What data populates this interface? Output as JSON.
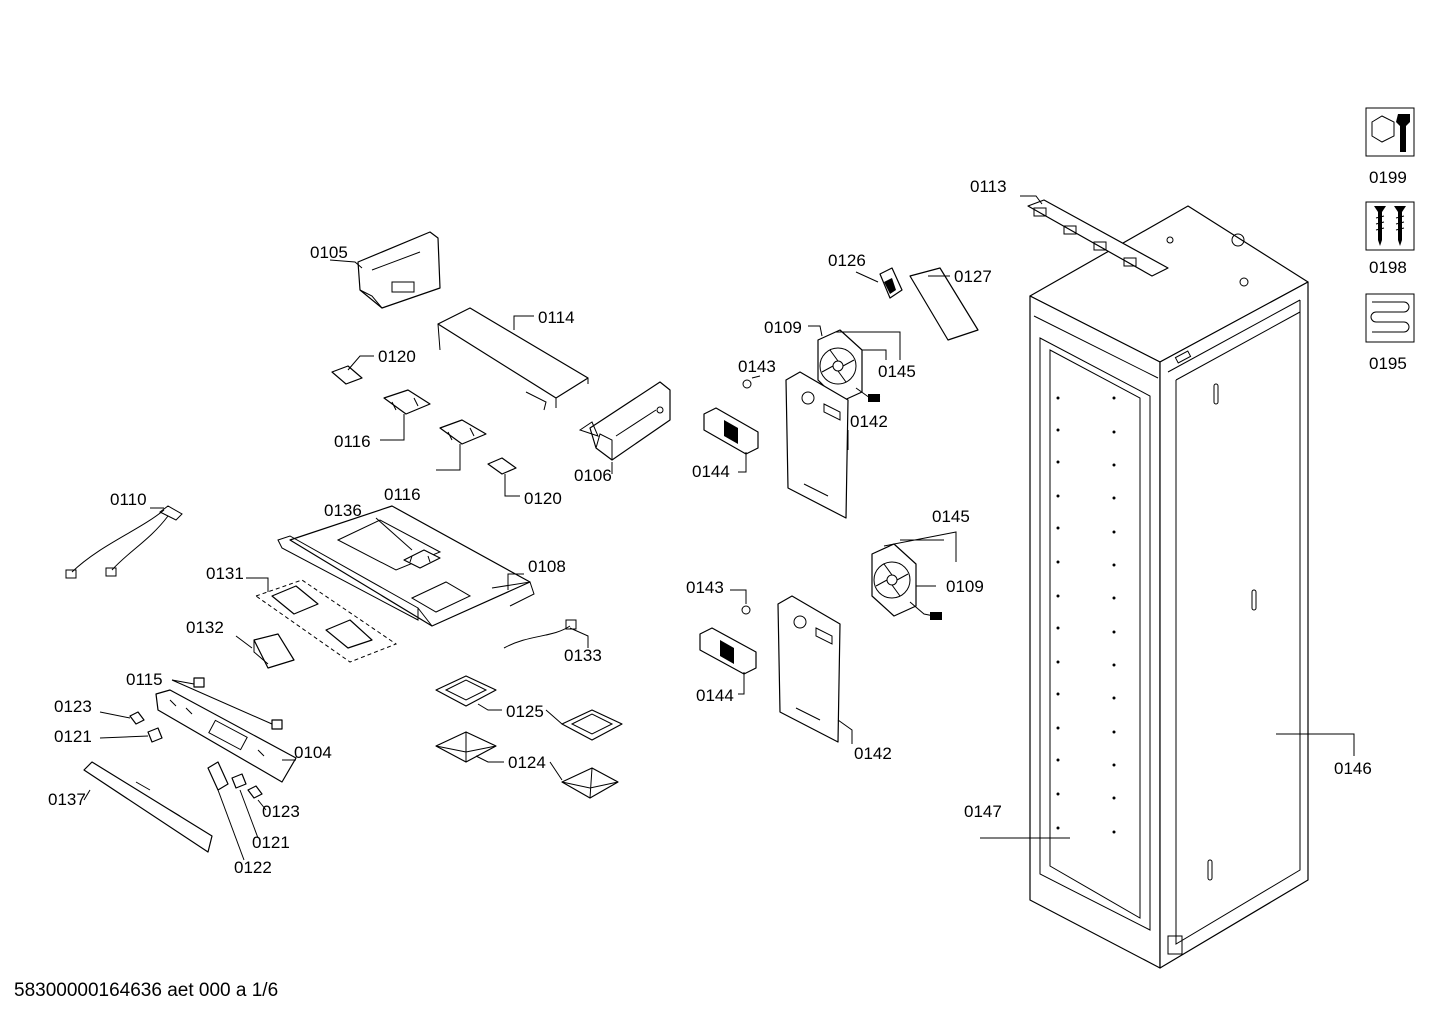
{
  "footer_code": "58300000164636 aet 000 a 1/6",
  "labels": {
    "l0105": "0105",
    "l0114": "0114",
    "l0120a": "0120",
    "l0116a": "0116",
    "l0106": "0106",
    "l0120b": "0120",
    "l0116b": "0116",
    "l0110": "0110",
    "l0136": "0136",
    "l0131": "0131",
    "l0108": "0108",
    "l0132": "0132",
    "l0133": "0133",
    "l0115": "0115",
    "l0123a": "0123",
    "l0121a": "0121",
    "l0104": "0104",
    "l0125": "0125",
    "l0124": "0124",
    "l0137": "0137",
    "l0123b": "0123",
    "l0121b": "0121",
    "l0122": "0122",
    "l0126": "0126",
    "l0127": "0127",
    "l0109a": "0109",
    "l0145a": "0145",
    "l0143a": "0143",
    "l0142a": "0142",
    "l0144a": "0144",
    "l0145b": "0145",
    "l0109b": "0109",
    "l0143b": "0143",
    "l0144b": "0144",
    "l0142b": "0142",
    "l0113": "0113",
    "l0146": "0146",
    "l0147": "0147",
    "l0199": "0199",
    "l0198": "0198",
    "l0195": "0195"
  },
  "legend_icons": [
    "service-tool-icon",
    "screws-icon",
    "heating-coil-icon"
  ]
}
